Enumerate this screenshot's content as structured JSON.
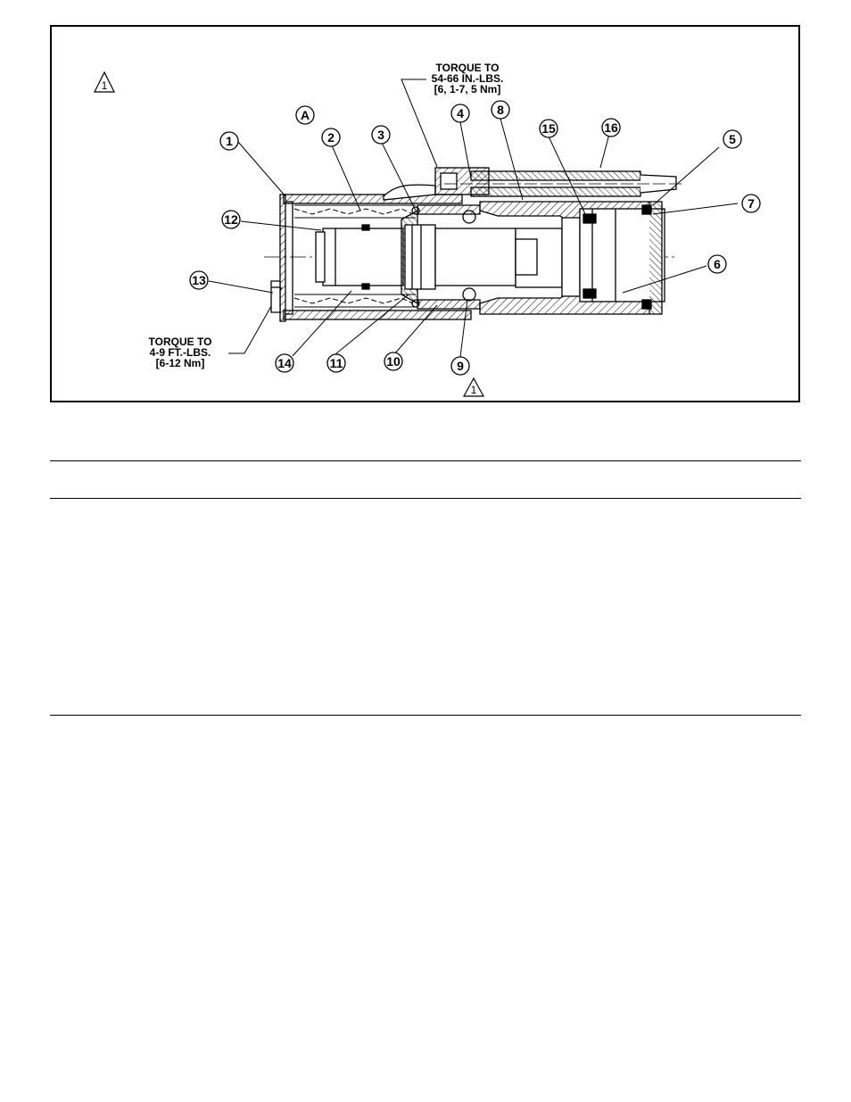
{
  "figure": {
    "callouts": [
      "1",
      "2",
      "3",
      "4",
      "8",
      "15",
      "16",
      "5",
      "7",
      "12",
      "6",
      "13",
      "14",
      "11",
      "10",
      "9"
    ],
    "section_label": "A",
    "note_symbol_number": "1",
    "torque_top": {
      "line1": "TORQUE TO",
      "line2": "54-66 IN.-LBS.",
      "line3": "[6, 1-7, 5 Nm]"
    },
    "torque_bottom": {
      "line1": "TORQUE TO",
      "line2": "4-9 FT.-LBS.",
      "line3": "[6-12 Nm]"
    }
  }
}
